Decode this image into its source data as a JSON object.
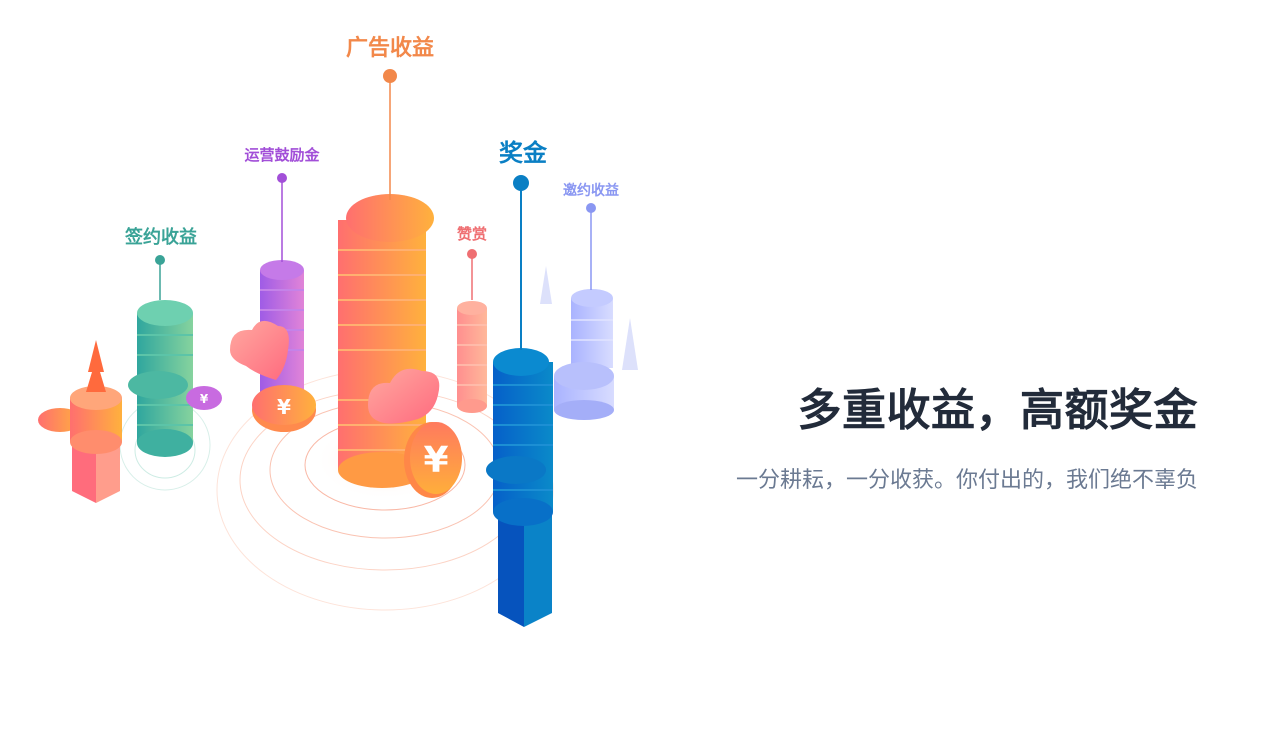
{
  "labels": {
    "ad_revenue": "广告收益",
    "operation_incentive": "运营鼓励金",
    "contract_revenue": "签约收益",
    "bonus": "奖金",
    "tips": "赞赏",
    "invite_revenue": "邀约收益"
  },
  "headline": "多重收益，高额奖金",
  "subline": "一分耕耘，一分收获。你付出的，我们绝不辜负",
  "colors": {
    "ad_revenue": "#f2884a",
    "operation_incentive": "#a24fd8",
    "contract_revenue": "#3aa397",
    "bonus": "#0a7fc4",
    "tips": "#ef6f72",
    "invite_revenue": "#8a97f2",
    "headline": "#222b3a",
    "subline": "#6b7a92"
  },
  "icons": [
    "yen-coin-icon",
    "cloud-icon",
    "tree-icon",
    "coin-stack-icon"
  ]
}
